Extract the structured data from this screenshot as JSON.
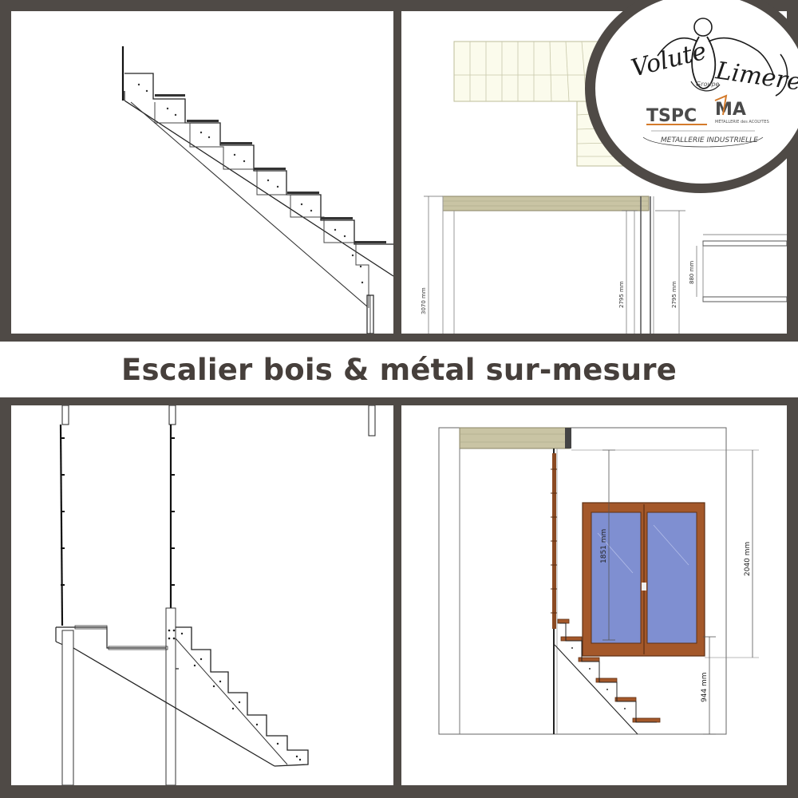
{
  "banner": {
    "title": "Escalier bois & métal sur-mesure"
  },
  "logo": {
    "script_left": "Volute",
    "script_right": "Limere",
    "script_small": "Groupe",
    "brand1": "TSPC",
    "brand2": "MA",
    "brand2_caption": "MÉTALLERIE des ACOLYTES",
    "subtitle": "METALLERIE INDUSTRIELLE"
  },
  "dimensions": {
    "tr_height_1": "3070 mm",
    "tr_height_2": "2795 mm",
    "tr_height_3": "2795 mm",
    "tr_width": "880 mm",
    "br_window_height": "1851 mm",
    "br_total_height": "2040 mm",
    "br_sill_height": "944 mm"
  },
  "colors": {
    "frame": "#4f4a46",
    "wood": "#c9c4a4",
    "window_frame": "#a4582a",
    "glass": "#7f8fd1"
  }
}
